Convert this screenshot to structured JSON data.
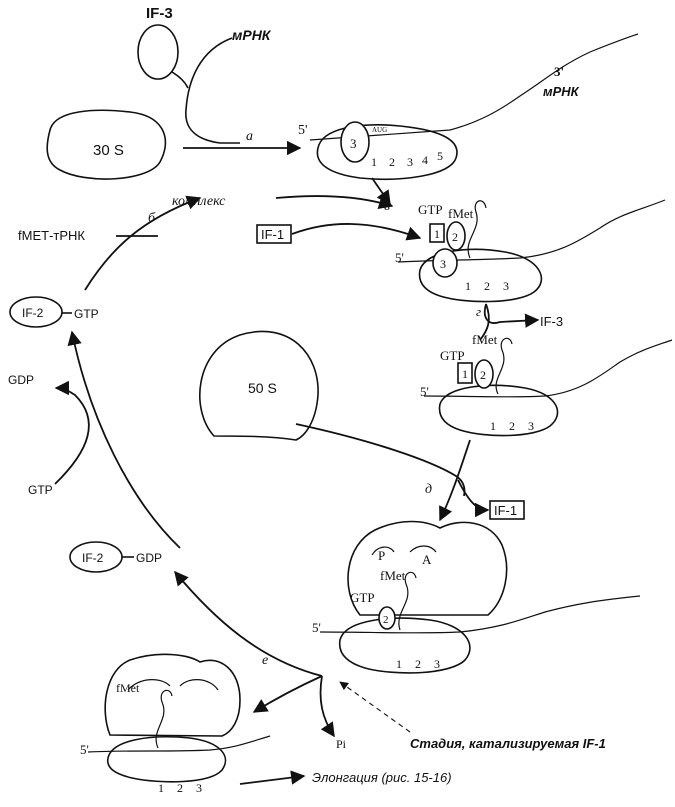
{
  "colors": {
    "ink": "#111111",
    "paper": "#ffffff"
  },
  "labels": {
    "if3_top": "IF-3",
    "mrna_top": "мРНК",
    "mrna_3": "3'",
    "mrna_right": "мРНК",
    "sub30s": "30 S",
    "step_a": "а",
    "five_prime": "5'",
    "three": "3",
    "aug": "AUG",
    "codon1": "1",
    "codon2": "2",
    "codon3": "3",
    "codon4": "4",
    "codon5": "5",
    "complex": "комплекс",
    "step_b": "б",
    "step_v": "в",
    "step_g": "г",
    "step_d": "д",
    "step_e": "е",
    "fmet_trna": "fМЕТ-тРНК",
    "if1_box": "IF-1",
    "fmet": "fMet",
    "gtp": "GTP",
    "f1": "1",
    "f2": "2",
    "f3": "3",
    "if3_out": "IF-3",
    "if2": "IF-2",
    "gtp_label": "GTP",
    "gdp": "GDP",
    "gtp_bottom": "GTP",
    "sub50s": "50 S",
    "if1_out": "IF-1",
    "site_p": "P",
    "site_a": "A",
    "if2_b": "IF-2",
    "gdp_b": "GDP",
    "pi": "Pi",
    "stage_note": "Стадия, катализируемая IF-1",
    "elongation": "Элонгация (рис. 15-16)"
  }
}
